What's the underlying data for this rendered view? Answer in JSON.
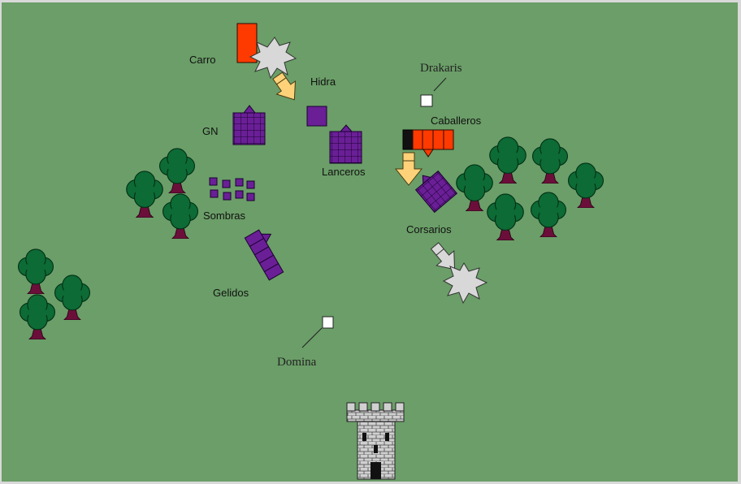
{
  "colors": {
    "field": "#6b9e68",
    "frame": "#d9d9d9",
    "tree_canopy": "#0d6b35",
    "tree_trunk": "#6b0f3a",
    "purple": "#6a1f96",
    "red": "#ff3a00",
    "arrow": "#ffd27a",
    "smoke": "#d8d8d8",
    "marker": "#ffffff"
  },
  "labels": {
    "carro": "Carro",
    "hidra": "Hidra",
    "gn": "GN",
    "lanceros": "Lanceros",
    "sombras": "Sombras",
    "gelidos": "Gelidos",
    "caballeros": "Caballeros",
    "corsarios": "Corsarios",
    "drakaris": "Drakaris",
    "domina": "Domina"
  },
  "icons": [
    "tree-icon",
    "explosion-icon",
    "arrow-icon",
    "tower-icon"
  ]
}
